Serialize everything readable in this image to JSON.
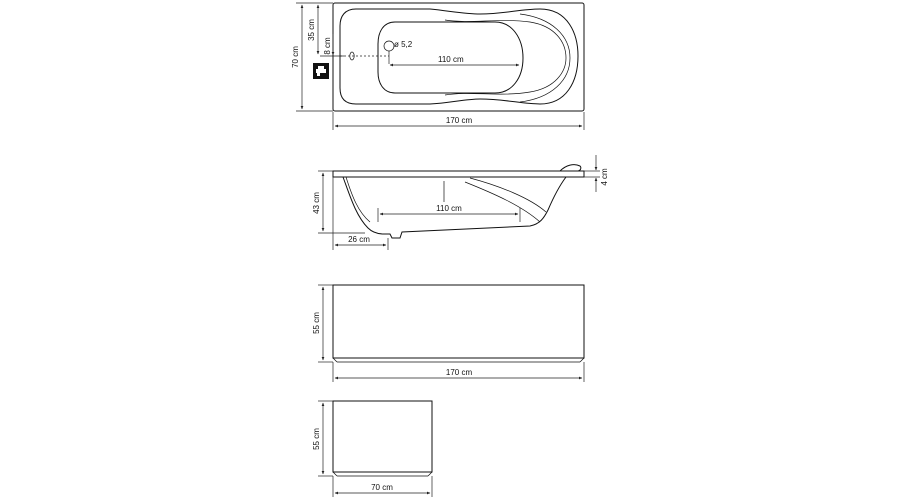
{
  "top_view": {
    "length": "170 cm",
    "width": "70 cm",
    "half_width": "35 cm",
    "drain_offset": "8 cm",
    "inner_length": "110 cm",
    "drain_diameter": "ø 5,2"
  },
  "side_view": {
    "depth": "43 cm",
    "rim_height": "4 cm",
    "inner_length": "110 cm",
    "drain_position": "26 cm"
  },
  "front_panel": {
    "length": "170 cm",
    "height": "55 cm"
  },
  "end_panel": {
    "width": "70 cm",
    "height": "55 cm"
  },
  "icons": [
    "faucet-icon"
  ]
}
